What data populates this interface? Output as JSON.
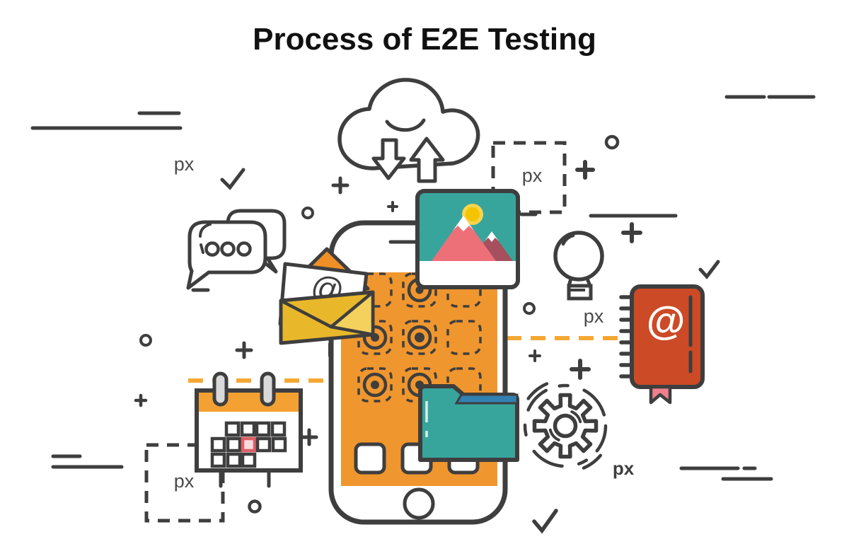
{
  "title": "Process of E2E Testing",
  "labels": {
    "px": "px",
    "at_symbol": "@"
  },
  "colors": {
    "outline_dark": "#3e3e3e",
    "screen_orange": "#f0962e",
    "dash_orange": "#f5a833",
    "calendar_header_orange": "#f2a132",
    "envelope_yellow": "#e9b82a",
    "envelope_yellow_light": "#f4d05c",
    "envelope_flap_orange": "#ef8f25",
    "teal": "#38a59d",
    "folder_blue_strip": "#3180b2",
    "notebook_red": "#cc4a26",
    "mountain_pink": "#ed6f78",
    "mountain_dark_red": "#a6505e",
    "sun_yellow": "#f5c400",
    "sun_halo": "#f9d44c",
    "binder_ring_gray": "#d9d9d9",
    "calendar_highlight_red": "#dd5f66",
    "bookmark_pink": "#ee7f8b"
  },
  "icons": [
    {
      "name": "cloud-sync-icon",
      "description": "cloud with download and upload arrows"
    },
    {
      "name": "photo-icon",
      "description": "framed picture with sun and mountains"
    },
    {
      "name": "email-envelope-icon",
      "description": "open envelope with @ letter"
    },
    {
      "name": "chat-bubbles-icon",
      "description": "two speech bubbles with three dots"
    },
    {
      "name": "smartphone-icon",
      "description": "phone with orange app-grid screen"
    },
    {
      "name": "folder-icon",
      "description": "teal file folder"
    },
    {
      "name": "gear-icon",
      "description": "settings gear with dashed orbit rings"
    },
    {
      "name": "address-book-icon",
      "description": "red spiral contact book with @ cover"
    },
    {
      "name": "calendar-icon",
      "description": "calendar with date grid and highlighted day"
    },
    {
      "name": "lightbulb-icon",
      "description": "idea light bulb"
    }
  ]
}
